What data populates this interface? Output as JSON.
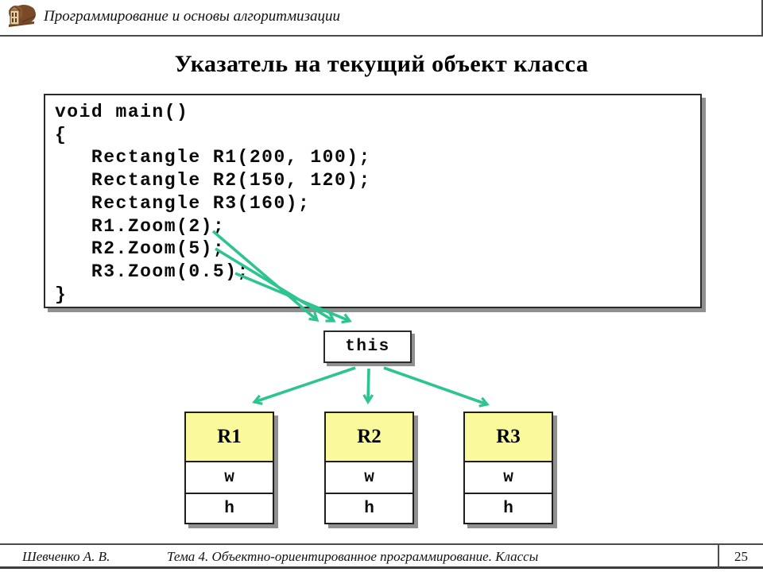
{
  "colors": {
    "arrow": "#2EC48F",
    "object_header": "#FAFA9C"
  },
  "header": {
    "title": "Программирование и основы алгоритмизации",
    "logo_icon": "university-emblem-icon"
  },
  "slide": {
    "title": "Указатель на текущий объект класса"
  },
  "code": {
    "lines": [
      "void main()",
      "{",
      "   Rectangle R1(200, 100);",
      "   Rectangle R2(150, 120);",
      "   Rectangle R3(160);",
      "   R1.Zoom(2);",
      "   R2.Zoom(5);",
      "   R3.Zoom(0.5);",
      "}"
    ]
  },
  "diagram": {
    "pointer_label": "this",
    "objects": [
      {
        "name": "R1",
        "fields": [
          "w",
          "h"
        ]
      },
      {
        "name": "R2",
        "fields": [
          "w",
          "h"
        ]
      },
      {
        "name": "R3",
        "fields": [
          "w",
          "h"
        ]
      }
    ]
  },
  "footer": {
    "author": "Шевченко А. В.",
    "topic": "Тема 4. Объектно-ориентированное программирование. Классы",
    "page": "25"
  }
}
